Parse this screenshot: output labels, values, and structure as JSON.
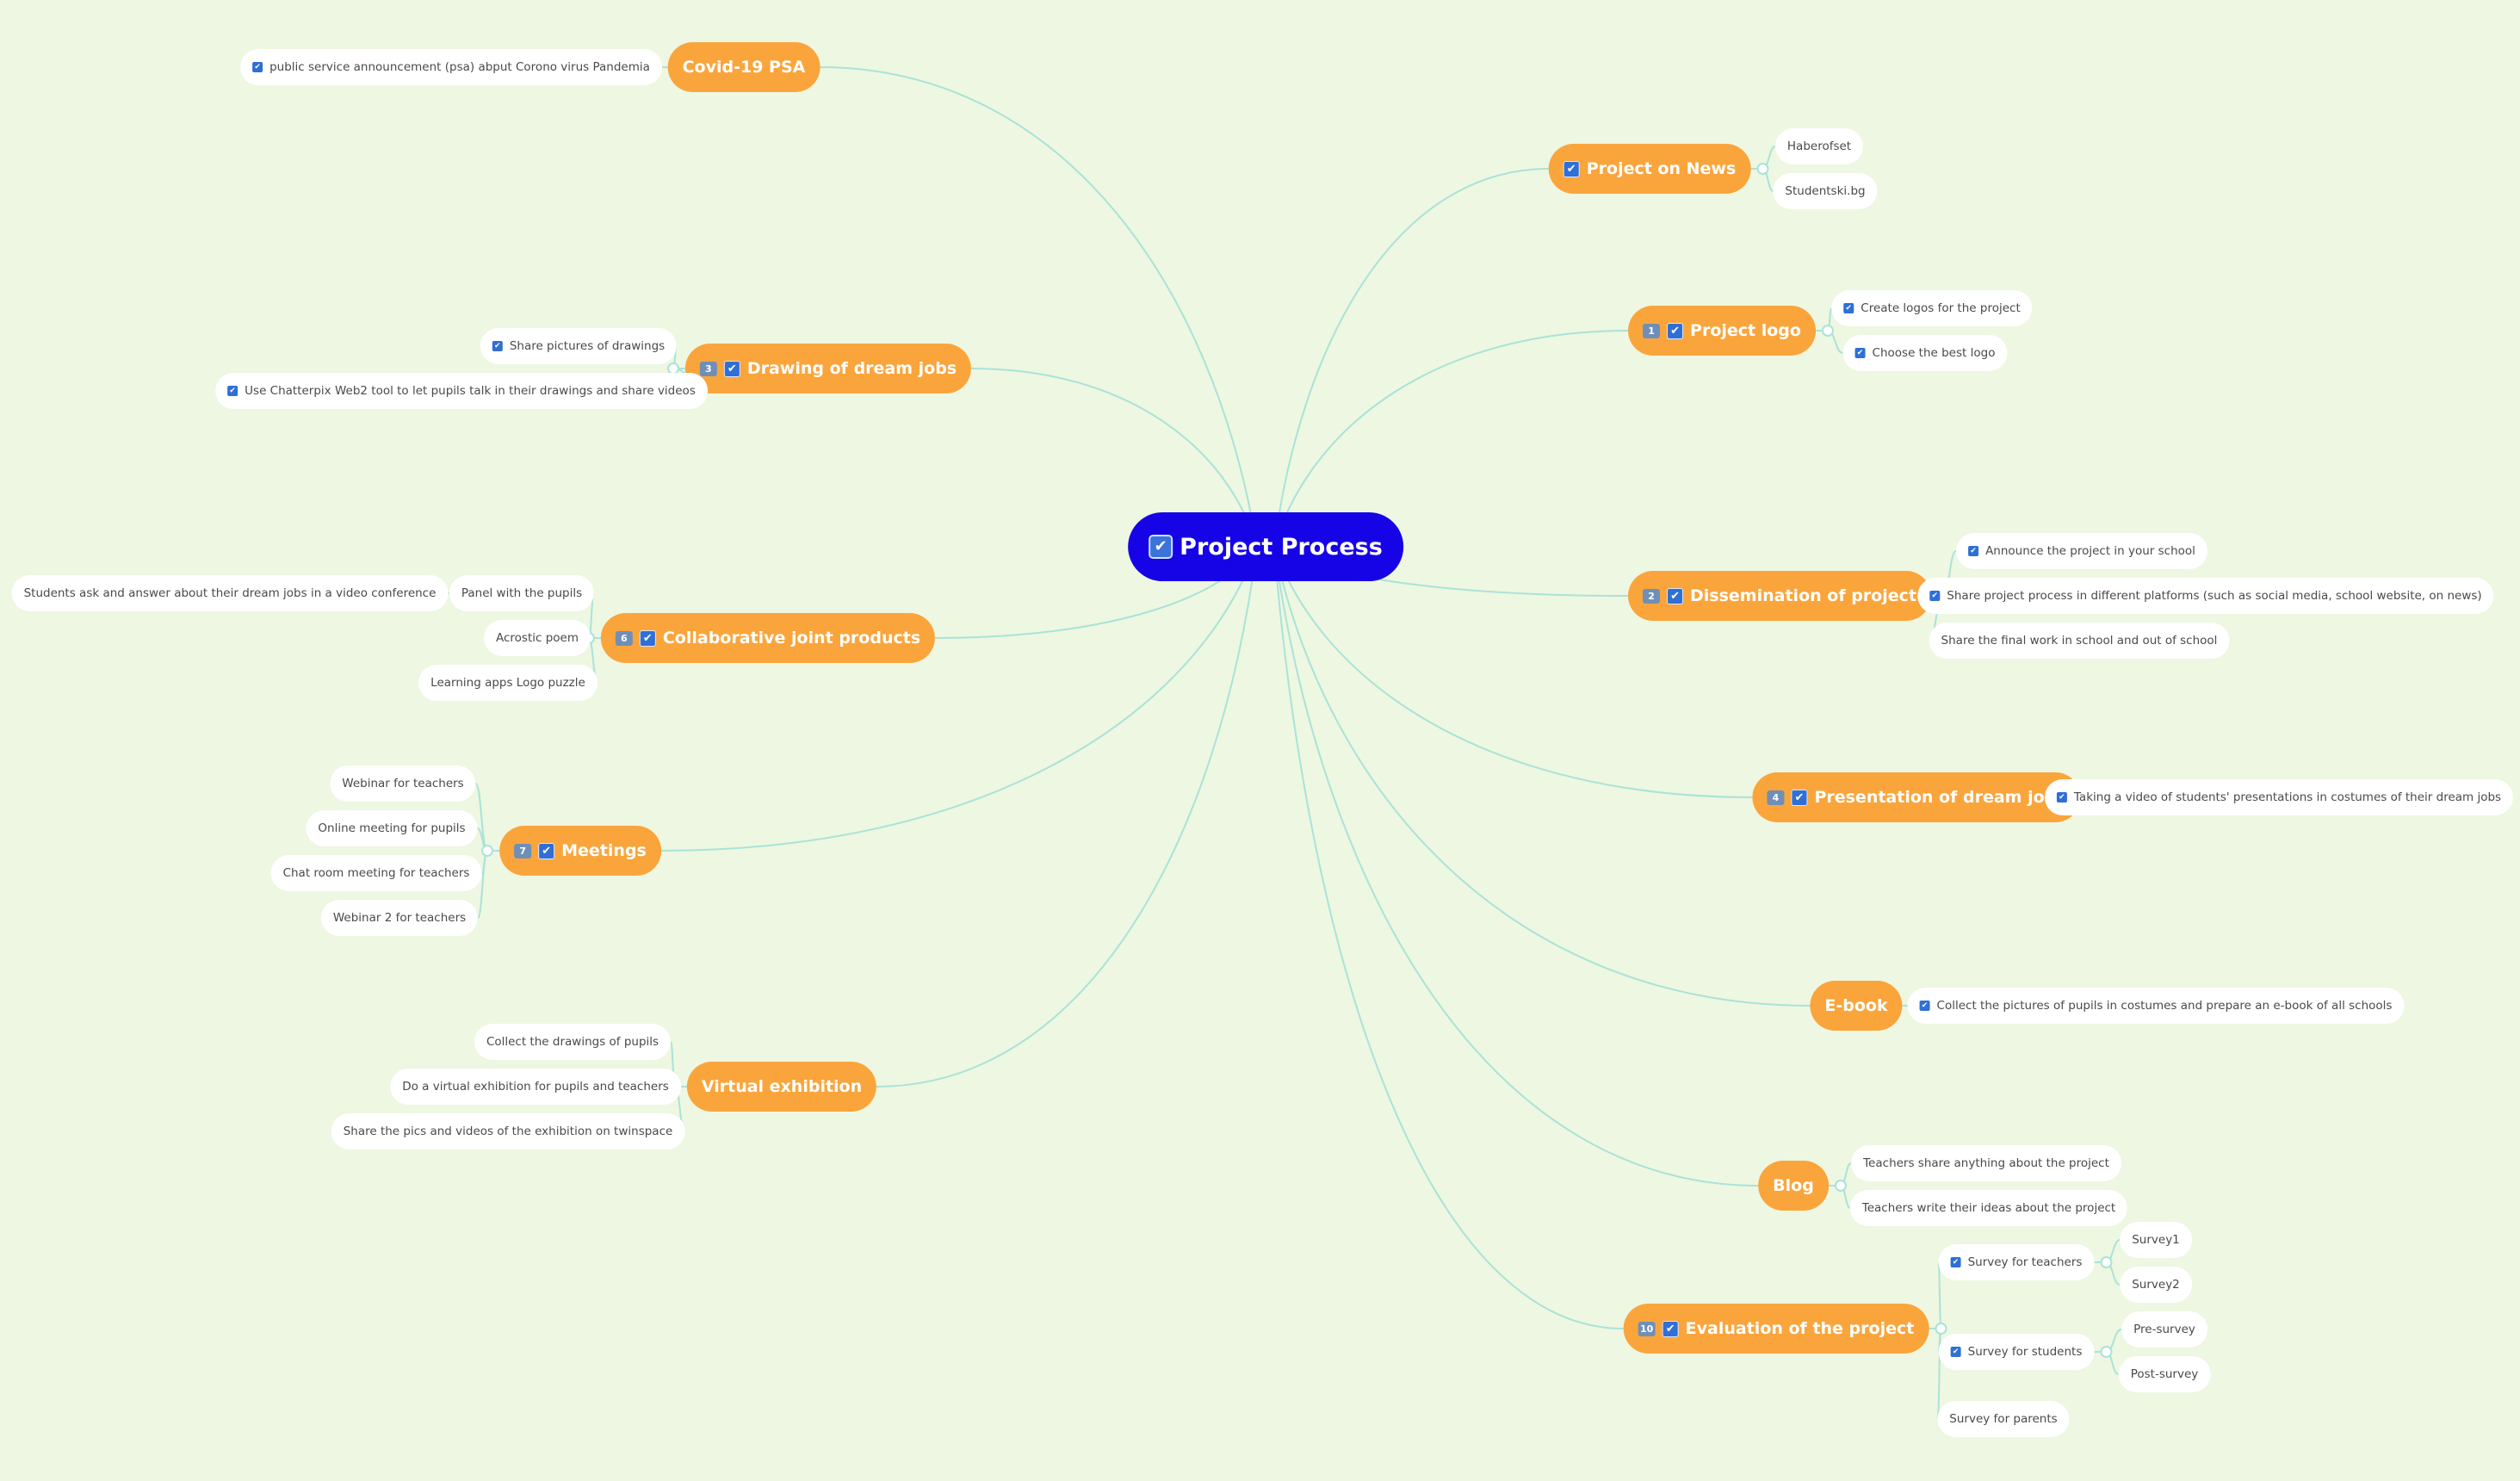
{
  "colors": {
    "background": "#eef7e1",
    "center": "#1603e6",
    "topic": "#faa53c",
    "leaf": "#ffffff",
    "line": "#a9e3d9",
    "checkbox": "#2f6fd6"
  },
  "icons": {
    "checkbox": "checkbox-icon",
    "number_badge": "number-badge-icon"
  },
  "center": {
    "label": "Project Process",
    "checked": true
  },
  "topics": [
    {
      "id": "covid",
      "label": "Covid-19 PSA",
      "num": "",
      "checked": false,
      "side": "left",
      "children": [
        {
          "label": "public service announcement (psa) abput Corono virus Pandemia",
          "checked": true
        }
      ]
    },
    {
      "id": "drawing",
      "label": "Drawing of dream jobs",
      "num": "3",
      "checked": true,
      "side": "left",
      "children": [
        {
          "label": "Share pictures of drawings",
          "checked": true
        },
        {
          "label": "Use Chatterpix Web2 tool to let pupils talk in their drawings and share videos",
          "checked": true
        }
      ]
    },
    {
      "id": "collab",
      "label": "Collaborative joint products",
      "num": "6",
      "checked": true,
      "side": "left",
      "children": [
        {
          "label": "Panel with the pupils",
          "checked": false,
          "children": [
            {
              "label": "Students ask and answer about their dream jobs in a video conference",
              "checked": false
            }
          ]
        },
        {
          "label": "Acrostic poem",
          "checked": false
        },
        {
          "label": "Learning apps Logo puzzle",
          "checked": false
        }
      ]
    },
    {
      "id": "meetings",
      "label": "Meetings",
      "num": "7",
      "checked": true,
      "side": "left",
      "children": [
        {
          "label": "Webinar for teachers",
          "checked": false
        },
        {
          "label": "Online meeting for pupils",
          "checked": false
        },
        {
          "label": "Chat room meeting for teachers",
          "checked": false
        },
        {
          "label": "Webinar 2 for teachers",
          "checked": false
        }
      ]
    },
    {
      "id": "exhibition",
      "label": "Virtual exhibition",
      "num": "",
      "checked": false,
      "side": "left",
      "children": [
        {
          "label": "Collect the drawings of pupils",
          "checked": false
        },
        {
          "label": "Do a virtual exhibition for pupils and teachers",
          "checked": false
        },
        {
          "label": "Share the pics and videos of the exhibition on twinspace",
          "checked": false
        }
      ]
    },
    {
      "id": "news",
      "label": "Project on News",
      "num": "",
      "checked": true,
      "side": "right",
      "children": [
        {
          "label": "Haberofset",
          "checked": false
        },
        {
          "label": "Studentski.bg",
          "checked": false
        }
      ]
    },
    {
      "id": "logo",
      "label": "Project logo",
      "num": "1",
      "checked": true,
      "side": "right",
      "children": [
        {
          "label": "Create logos for the project",
          "checked": true
        },
        {
          "label": "Choose the best logo",
          "checked": true
        }
      ]
    },
    {
      "id": "dissemination",
      "label": "Dissemination of project",
      "num": "2",
      "checked": true,
      "side": "right",
      "children": [
        {
          "label": "Announce the project in your school",
          "checked": true
        },
        {
          "label": "Share project process in different platforms (such as social media, school website, on news)",
          "checked": true
        },
        {
          "label": "Share the final work in school and out of school",
          "checked": false
        }
      ]
    },
    {
      "id": "presentation",
      "label": "Presentation of dream jobs",
      "num": "4",
      "checked": true,
      "side": "right",
      "children": [
        {
          "label": "Taking a video of students' presentations in costumes of their dream jobs",
          "checked": true
        }
      ]
    },
    {
      "id": "ebook",
      "label": "E-book",
      "num": "",
      "checked": false,
      "side": "right",
      "children": [
        {
          "label": "Collect the pictures of pupils in costumes and prepare an e-book of all schools",
          "checked": true
        }
      ]
    },
    {
      "id": "blog",
      "label": "Blog",
      "num": "",
      "checked": false,
      "side": "right",
      "children": [
        {
          "label": "Teachers share anything about the project",
          "checked": false
        },
        {
          "label": "Teachers write their ideas about the project",
          "checked": false
        }
      ]
    },
    {
      "id": "evaluation",
      "label": "Evaluation of the project",
      "num": "10",
      "checked": true,
      "side": "right",
      "children": [
        {
          "label": "Survey for teachers",
          "checked": true,
          "children": [
            {
              "label": "Survey1",
              "checked": false
            },
            {
              "label": "Survey2",
              "checked": false
            }
          ]
        },
        {
          "label": "Survey for students",
          "checked": true,
          "children": [
            {
              "label": "Pre-survey",
              "checked": false
            },
            {
              "label": "Post-survey",
              "checked": false
            }
          ]
        },
        {
          "label": "Survey for parents",
          "checked": false
        }
      ]
    }
  ]
}
